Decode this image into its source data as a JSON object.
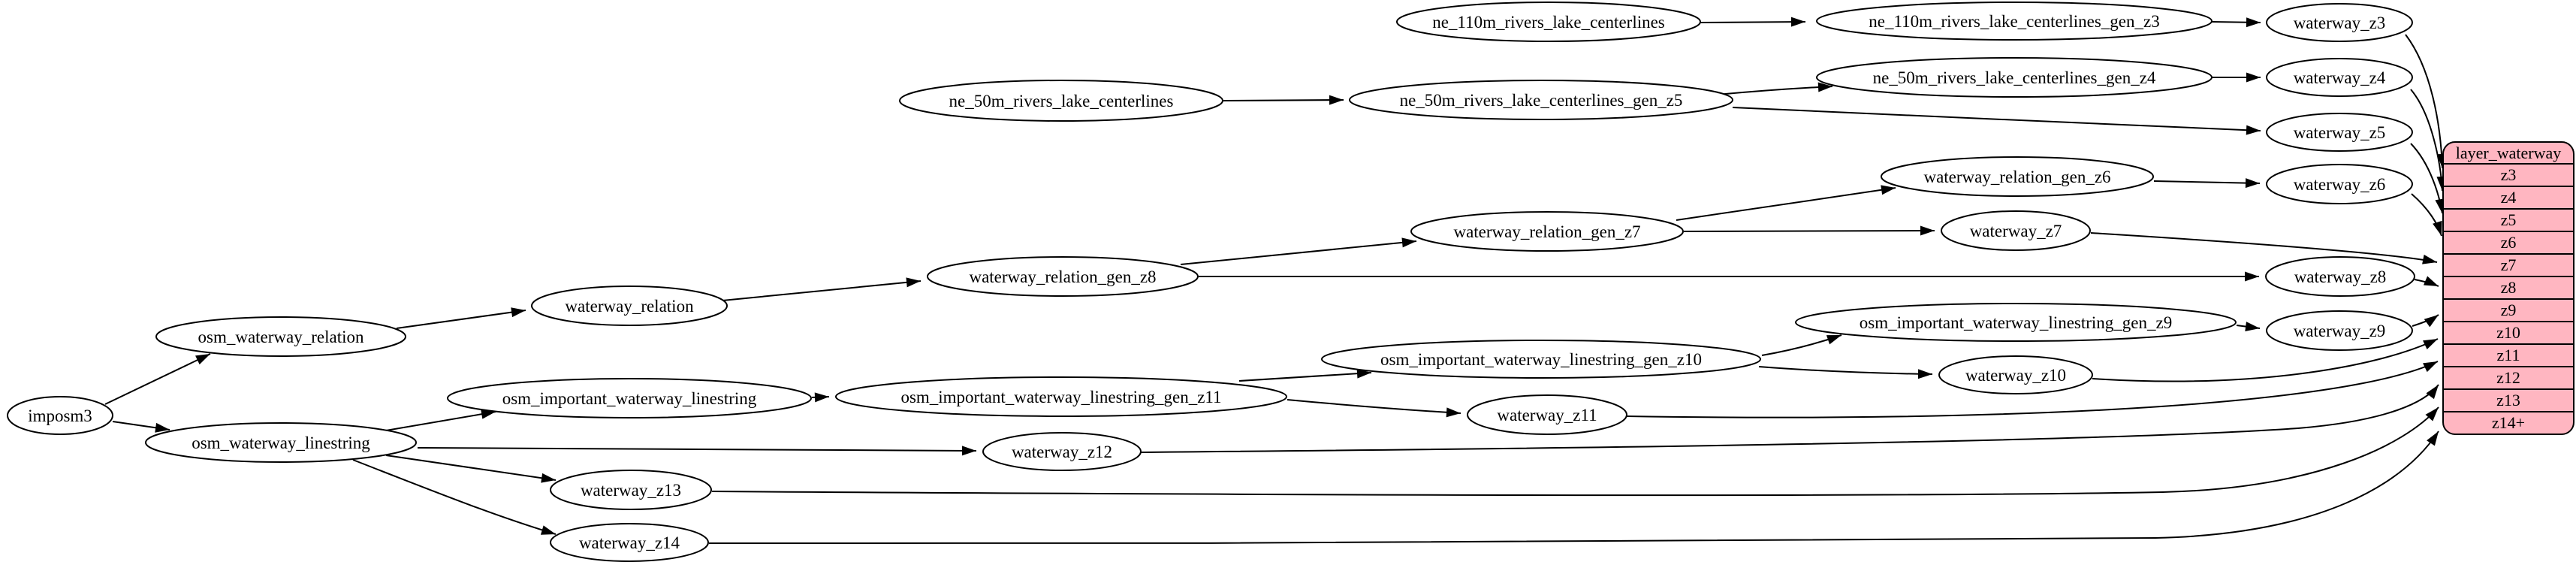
{
  "diagram": {
    "kind": "directed-graph",
    "colors": {
      "background": "#ffffff",
      "node_fill": "#ffffff",
      "node_stroke": "#000000",
      "edge_stroke": "#000000",
      "record_fill": "#ffb6c1"
    },
    "nodes": {
      "imposm3": "imposm3",
      "osm_waterway_relation": "osm_waterway_relation",
      "osm_waterway_linestring": "osm_waterway_linestring",
      "waterway_relation": "waterway_relation",
      "osm_important_waterway_linestring": "osm_important_waterway_linestring",
      "waterway_relation_gen_z8": "waterway_relation_gen_z8",
      "waterway_relation_gen_z7": "waterway_relation_gen_z7",
      "waterway_relation_gen_z6": "waterway_relation_gen_z6",
      "osm_important_waterway_linestring_gen_z11": "osm_important_waterway_linestring_gen_z11",
      "osm_important_waterway_linestring_gen_z10": "osm_important_waterway_linestring_gen_z10",
      "osm_important_waterway_linestring_gen_z9": "osm_important_waterway_linestring_gen_z9",
      "ne_110m_rivers_lake_centerlines": "ne_110m_rivers_lake_centerlines",
      "ne_110m_rivers_lake_centerlines_gen_z3": "ne_110m_rivers_lake_centerlines_gen_z3",
      "ne_50m_rivers_lake_centerlines": "ne_50m_rivers_lake_centerlines",
      "ne_50m_rivers_lake_centerlines_gen_z5": "ne_50m_rivers_lake_centerlines_gen_z5",
      "ne_50m_rivers_lake_centerlines_gen_z4": "ne_50m_rivers_lake_centerlines_gen_z4",
      "waterway_z3": "waterway_z3",
      "waterway_z4": "waterway_z4",
      "waterway_z5": "waterway_z5",
      "waterway_z6": "waterway_z6",
      "waterway_z7": "waterway_z7",
      "waterway_z8": "waterway_z8",
      "waterway_z9": "waterway_z9",
      "waterway_z10": "waterway_z10",
      "waterway_z11": "waterway_z11",
      "waterway_z12": "waterway_z12",
      "waterway_z13": "waterway_z13",
      "waterway_z14": "waterway_z14"
    },
    "record": {
      "title": "layer_waterway",
      "rows": [
        "z3",
        "z4",
        "z5",
        "z6",
        "z7",
        "z8",
        "z9",
        "z10",
        "z11",
        "z12",
        "z13",
        "z14+"
      ]
    },
    "edges": [
      {
        "from": "ne_110m_rivers_lake_centerlines",
        "to": "ne_110m_rivers_lake_centerlines_gen_z3"
      },
      {
        "from": "ne_110m_rivers_lake_centerlines_gen_z3",
        "to": "waterway_z3"
      },
      {
        "from": "ne_50m_rivers_lake_centerlines",
        "to": "ne_50m_rivers_lake_centerlines_gen_z5"
      },
      {
        "from": "ne_50m_rivers_lake_centerlines_gen_z5",
        "to": "ne_50m_rivers_lake_centerlines_gen_z4"
      },
      {
        "from": "ne_50m_rivers_lake_centerlines_gen_z5",
        "to": "waterway_z5"
      },
      {
        "from": "ne_50m_rivers_lake_centerlines_gen_z4",
        "to": "waterway_z4"
      },
      {
        "from": "imposm3",
        "to": "osm_waterway_relation"
      },
      {
        "from": "imposm3",
        "to": "osm_waterway_linestring"
      },
      {
        "from": "osm_waterway_relation",
        "to": "waterway_relation"
      },
      {
        "from": "waterway_relation",
        "to": "waterway_relation_gen_z8"
      },
      {
        "from": "waterway_relation_gen_z8",
        "to": "waterway_relation_gen_z7"
      },
      {
        "from": "waterway_relation_gen_z8",
        "to": "waterway_z8"
      },
      {
        "from": "waterway_relation_gen_z7",
        "to": "waterway_relation_gen_z6"
      },
      {
        "from": "waterway_relation_gen_z7",
        "to": "waterway_z7"
      },
      {
        "from": "waterway_relation_gen_z6",
        "to": "waterway_z6"
      },
      {
        "from": "osm_waterway_linestring",
        "to": "osm_important_waterway_linestring"
      },
      {
        "from": "osm_waterway_linestring",
        "to": "waterway_z12"
      },
      {
        "from": "osm_waterway_linestring",
        "to": "waterway_z13"
      },
      {
        "from": "osm_waterway_linestring",
        "to": "waterway_z14"
      },
      {
        "from": "osm_important_waterway_linestring",
        "to": "osm_important_waterway_linestring_gen_z11"
      },
      {
        "from": "osm_important_waterway_linestring_gen_z11",
        "to": "osm_important_waterway_linestring_gen_z10"
      },
      {
        "from": "osm_important_waterway_linestring_gen_z11",
        "to": "waterway_z11"
      },
      {
        "from": "osm_important_waterway_linestring_gen_z10",
        "to": "osm_important_waterway_linestring_gen_z9"
      },
      {
        "from": "osm_important_waterway_linestring_gen_z10",
        "to": "waterway_z10"
      },
      {
        "from": "osm_important_waterway_linestring_gen_z9",
        "to": "waterway_z9"
      },
      {
        "from": "waterway_z3",
        "to": "layer_waterway.z3"
      },
      {
        "from": "waterway_z4",
        "to": "layer_waterway.z4"
      },
      {
        "from": "waterway_z5",
        "to": "layer_waterway.z5"
      },
      {
        "from": "waterway_z6",
        "to": "layer_waterway.z6"
      },
      {
        "from": "waterway_z7",
        "to": "layer_waterway.z7"
      },
      {
        "from": "waterway_z8",
        "to": "layer_waterway.z8"
      },
      {
        "from": "waterway_z9",
        "to": "layer_waterway.z9"
      },
      {
        "from": "waterway_z10",
        "to": "layer_waterway.z10"
      },
      {
        "from": "waterway_z11",
        "to": "layer_waterway.z11"
      },
      {
        "from": "waterway_z12",
        "to": "layer_waterway.z12"
      },
      {
        "from": "waterway_z13",
        "to": "layer_waterway.z13"
      },
      {
        "from": "waterway_z14",
        "to": "layer_waterway.z14+"
      }
    ]
  }
}
